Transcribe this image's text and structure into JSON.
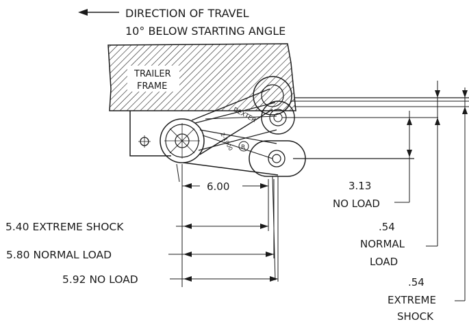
{
  "header": {
    "line1": "DIRECTION OF TRAVEL",
    "line2": "10° BELOW STARTING ANGLE"
  },
  "frame": {
    "line1": "TRAILER",
    "line2": "FRAME"
  },
  "equalizer": {
    "marking_1": "DEXTER",
    "marking_2": "2-1000",
    "marking_3": "R"
  },
  "dimensions": {
    "center_distance": "6.00",
    "extreme_shock": "5.40 EXTREME SHOCK",
    "normal_load": "5.80 NORMAL LOAD",
    "no_load": "5.92 NO LOAD"
  },
  "right_labels": {
    "no_load_value": "3.13",
    "no_load_text": "NO LOAD",
    "normal_value": ".54",
    "normal_text_1": "NORMAL",
    "normal_text_2": "LOAD",
    "shock_value": ".54",
    "shock_text_1": "EXTREME",
    "shock_text_2": "SHOCK"
  },
  "colors": {
    "ink": "#1a1a1a",
    "paper": "#ffffff"
  }
}
